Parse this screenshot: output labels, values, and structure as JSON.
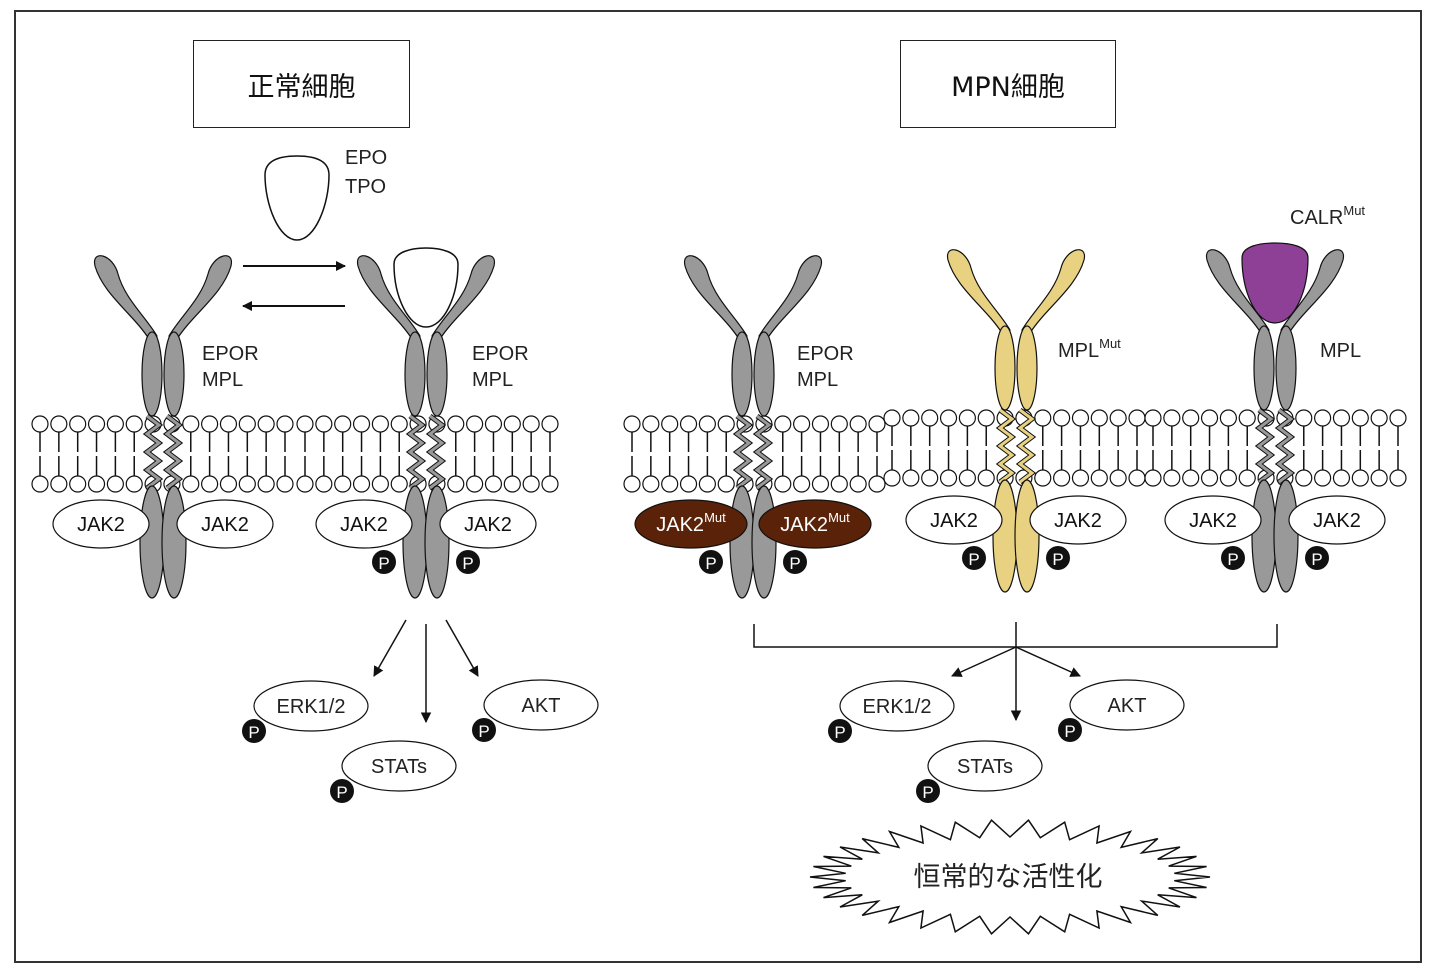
{
  "panels": {
    "normal": {
      "title": "正常細胞"
    },
    "mpn": {
      "title": "MPN細胞"
    }
  },
  "ligand": {
    "line1": "EPO",
    "line2": "TPO"
  },
  "receptors": [
    {
      "id": "normal-unbound",
      "label1": "EPOR",
      "label2": "MPL",
      "label_sup": "",
      "color": "#999999",
      "kinase": "JAK2",
      "kinase_sup": "",
      "kinase_fill": "#ffffff",
      "kinase_text": "#111111",
      "phosphorylated": false,
      "ligand": "none"
    },
    {
      "id": "normal-bound",
      "label1": "EPOR",
      "label2": "MPL",
      "label_sup": "",
      "color": "#999999",
      "kinase": "JAK2",
      "kinase_sup": "",
      "kinase_fill": "#ffffff",
      "kinase_text": "#111111",
      "phosphorylated": true,
      "ligand": "white"
    },
    {
      "id": "mpn-jak2mut",
      "label1": "EPOR",
      "label2": "MPL",
      "label_sup": "",
      "color": "#999999",
      "kinase": "JAK2",
      "kinase_sup": "Mut",
      "kinase_fill": "#5a2208",
      "kinase_text": "#ffffff",
      "phosphorylated": true,
      "ligand": "none"
    },
    {
      "id": "mpn-mplmut",
      "label1": "",
      "label2": "MPL",
      "label_sup": "Mut",
      "color": "#e8d282",
      "kinase": "JAK2",
      "kinase_sup": "",
      "kinase_fill": "#ffffff",
      "kinase_text": "#111111",
      "phosphorylated": true,
      "ligand": "none"
    },
    {
      "id": "mpn-calrmut",
      "label1": "",
      "label2": "MPL",
      "label_sup": "",
      "color": "#999999",
      "kinase": "JAK2",
      "kinase_sup": "",
      "kinase_fill": "#ffffff",
      "kinase_text": "#111111",
      "phosphorylated": true,
      "ligand": "purple"
    }
  ],
  "calr": {
    "label": "CALR",
    "sup": "Mut",
    "color": "#8e3f96"
  },
  "phospho_label": "P",
  "downstream": {
    "erk": "ERK1/2",
    "stats": "STATs",
    "akt": "AKT"
  },
  "outcome": {
    "label": "恒常的な活性化"
  }
}
